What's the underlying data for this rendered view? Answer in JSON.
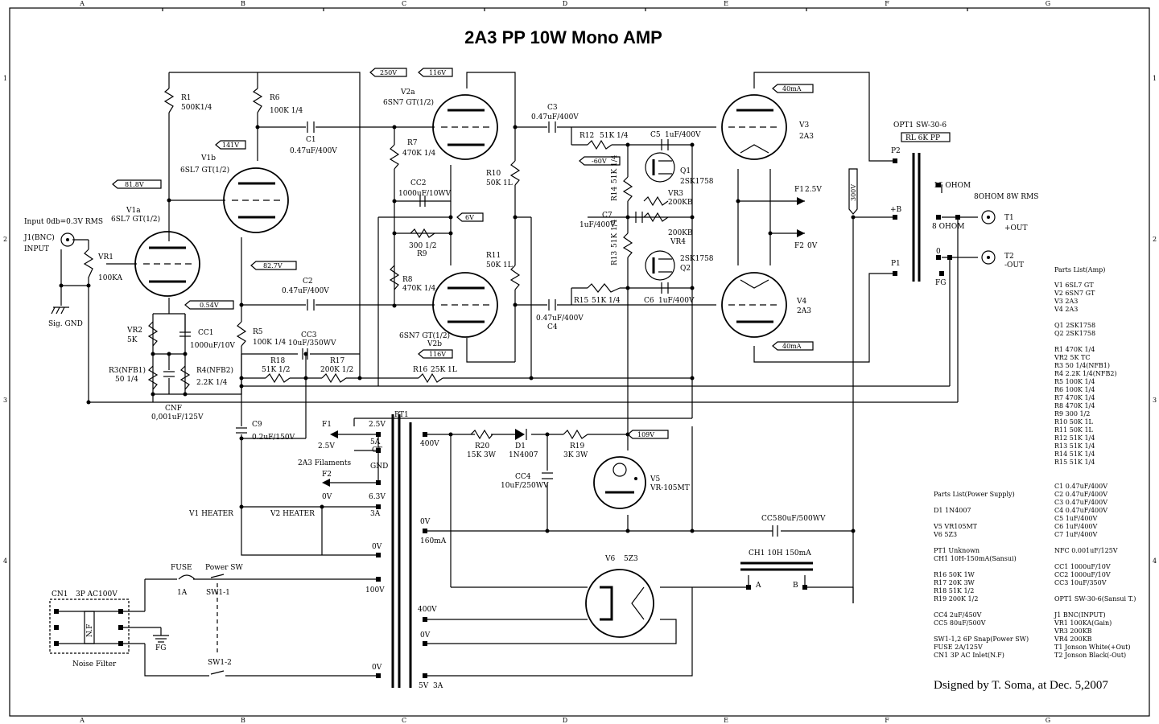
{
  "title": "2A3 PP 10W Mono AMP",
  "signature": "Dsigned by T. Soma, at Dec. 5,2007",
  "columns": [
    "A",
    "B",
    "C",
    "D",
    "E",
    "F",
    "G"
  ],
  "rows": [
    "1",
    "2",
    "3",
    "4"
  ],
  "voltage_tags": {
    "v250": "250V",
    "v116a": "116V",
    "v141": "141V",
    "v81": "81.8V",
    "v82": "82.7V",
    "v054": "0.54V",
    "vm60": "-60V",
    "v6": "6V",
    "v116b": "116V",
    "v300": "300V",
    "v40a": "40mA",
    "v40b": "40mA",
    "v109": "109V"
  },
  "labels": {
    "r1": "R1",
    "r1v": "500K1/4",
    "r6": "R6",
    "r6v": "100K 1/4",
    "v1b": "V1b",
    "v1bt": "6SL7 GT(1/2)",
    "c1": "C1",
    "c1v": "0.47uF/400V",
    "v1a": "V1a",
    "v1at": "6SL7 GT(1/2)",
    "input": "Input 0db=0.3V RMS",
    "j1": "J1(BNC)",
    "j1b": "INPUT",
    "vr1": "VR1",
    "vr1v": "100KA",
    "sig": "Sig. GND",
    "vr2": "VR2",
    "vr2v": "5K",
    "cc1": "CC1",
    "cc1v": "1000uF/10V",
    "r3": "R3(NFB1)",
    "r3v": "50 1/4",
    "r4": "R4(NFB2)",
    "r4v": "2.2K 1/4",
    "cnf": "CNF",
    "cnfv": "0,001uF/125V",
    "c2": "C2",
    "c2v": "0.47uF/400V",
    "r5": "R5",
    "r5v": "100K 1/4",
    "cc3": "CC3",
    "cc3v": "10uF/350WV",
    "r18": "R18",
    "r18v": "51K 1/2",
    "r17": "R17",
    "r17v": "200K 1/2",
    "r16": "R16",
    "r16v": "25K 1L",
    "v2a": "V2a",
    "v2at": "6SN7 GT(1/2)",
    "r7": "R7",
    "r7v": "470K 1/4",
    "cc2": "CC2",
    "cc2v": "1000uF/10WV",
    "r9": "R9",
    "r9v": "300 1/2",
    "r8": "R8",
    "r8v": "470K 1/4",
    "v2b": "V2b",
    "v2bt": "6SN7 GT(1/2)",
    "r10": "R10",
    "r10v": "50K 1L",
    "r11": "R11",
    "r11v": "50K 1L",
    "c3": "C3",
    "c3v": "0.47uF/400V",
    "c4": "C4",
    "c4v": "0.47uF/400V",
    "r12": "R12",
    "r12v": "51K 1/4",
    "c5": "C5",
    "c5v": "1uF/400V",
    "r14": "R14",
    "r14v": "51K 1/4",
    "q1": "Q1",
    "q1v": "2SK1758",
    "vr3": "VR3",
    "vr3v": "200KB",
    "c7": "C7",
    "c7v": "1uF/400V",
    "vr4": "VR4",
    "vr4v": "200KB",
    "r13": "R13",
    "r13v": "51K 1/4",
    "q2": "Q2",
    "q2v": "2SK1758",
    "r15": "R15",
    "r15v": "51K 1/4",
    "c6": "C6",
    "c6v": "1uF/400V",
    "v3": "V3",
    "v3t": "2A3",
    "v4": "V4",
    "v4t": "2A3",
    "f1": "F1",
    "f1v": "2.5V",
    "f2": "F2",
    "f2v": "0V",
    "opt1": "OPT1 SW-30-6",
    "opt1b": "RL 6K PP",
    "p2": "P2",
    "pb": "+B",
    "p1": "P1",
    "o16": "16 OHOM",
    "o8": "8 OHOM",
    "o0": "0",
    "fg1": "FG",
    "o8w": "8OHOM 8W RMS",
    "t1": "T1",
    "t1b": "+OUT",
    "t2": "T2",
    "t2b": "-OUT",
    "pt1": "PT1",
    "f1b": "F1",
    "v25a": "2.5V",
    "v25b": "2.5V",
    "a5": "5A",
    "ct": "CT",
    "gnd": "GND",
    "fil": "2A3 Filaments",
    "f2b": "F2",
    "v0a": "0V",
    "v400a": "400V",
    "r20": "R20",
    "r20v": "15K 3W",
    "d1": "D1",
    "d1v": "1N4007",
    "r19": "R19",
    "r19v": "3K 3W",
    "cc4": "CC4",
    "cc4v": "10uF/250WV",
    "v5": "V5",
    "v5t": "VR-105MT",
    "c9": "C9",
    "c9v": "0.2uF/150V",
    "v1h": "V1  HEATER",
    "v2h": "V2 HEATER",
    "v63": "6.3V",
    "a3": "3A",
    "v0b": "0V",
    "v0c": "0V",
    "ma160": "160mA",
    "cc5": "CC5",
    "cc5v": "80uF/500WV",
    "ch1": "CH1 10H 150mA",
    "cha": "A",
    "chb": "B",
    "fuse": "FUSE",
    "fusev": "1A",
    "psw": "Power SW",
    "sw11": "SW1-1",
    "sw12": "SW1-2",
    "v100": "100V",
    "cn1": "CN1",
    "ac100": "3P AC100V",
    "nf": "N.F",
    "fg2": "FG",
    "noise": "Noise Filter",
    "v400b": "400V",
    "v0d": "0V",
    "v0e": "0V",
    "v5v": "5V",
    "v5a": "3A",
    "v6": "V6",
    "v6t": "5Z3",
    "p2n": "2",
    "p3n": "3",
    "p4n": "4",
    "p1n": "1"
  },
  "parts_amp_title": "Parts List(Amp)",
  "parts_amp": [
    "V1 6SL7 GT",
    "V2 6SN7 GT",
    "V3 2A3",
    "V4 2A3",
    "",
    "Q1 2SK1758",
    "Q2 2SK1758",
    "",
    "R1 470K 1/4",
    "VR2 5K TC",
    "R3 50 1/4(NFB1)",
    "R4 2.2K 1/4(NFB2)",
    "R5 100K 1/4",
    "R6 100K 1/4",
    "R7 470K 1/4",
    "R8 470K 1/4",
    "R9 300 1/2",
    "R10 50K 1L",
    "R11 50K 1L",
    "R12 51K 1/4",
    "R13 51K 1/4",
    "R14 51K 1/4",
    "R15 51K 1/4",
    "",
    "C1 0.47uF/400V",
    "C2 0.47uF/400V",
    "C3 0.47uF/400V",
    "C4 0.47uF/400V",
    "C5 1uF/400V",
    "C6 1uF/400V",
    "C7 1uF/400V",
    "",
    "NFC 0.001uF/125V",
    "",
    "CC1 1000uF/10V",
    "CC2 1000uF/10V",
    "CC3 10uF/350V",
    "",
    "OPT1 SW-30-6(Sansui T.)",
    "",
    "J1 BNC(INPUT)",
    "VR1 100KA(Gain)",
    "VR3 200KB",
    "VR4 200KB",
    "T1 Jonson White(+Out)",
    "T2 Jonson Black(-Out)"
  ],
  "parts_power_title": "Parts List(Power Supply)",
  "parts_power": [
    "D1 1N4007",
    "",
    "V5 VR105MT",
    "V6 5Z3",
    "",
    "PT1 Unknown",
    "CH1 10H-150mA(Sansui)",
    "",
    "R16 50K 1W",
    "R17 20K 3W",
    "R18 51K 1/2",
    "R19 200K 1/2",
    "",
    "CC4 2uF/450V",
    "CC5 80uF/500V",
    "",
    "SW1-1,2 6P Snap(Power SW)",
    "FUSE 2A/125V",
    "CN1 3P AC Inlet(N.F)"
  ]
}
